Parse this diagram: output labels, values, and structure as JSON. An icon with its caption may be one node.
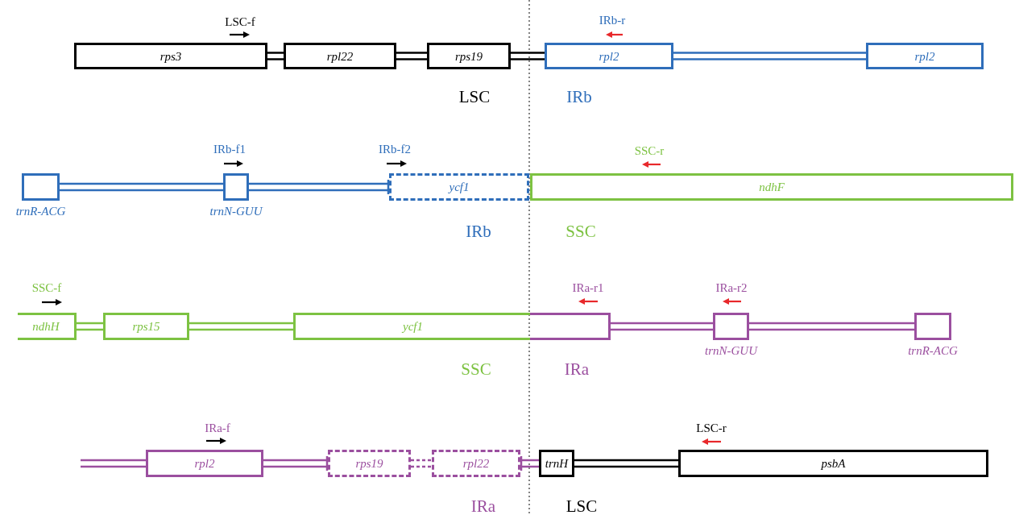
{
  "diagram": {
    "nodes": [
      {
        "text": [
          "rps3"
        ]
      },
      {
        "text": [
          "rpl22"
        ]
      },
      {
        "text": [
          "rps19"
        ]
      },
      {
        "text": [
          "rpl2"
        ]
      },
      {
        "text": [
          "rpl2"
        ]
      },
      {
        "text": [
          "trnR-ACG"
        ]
      },
      {
        "text": [
          "trnN-GUU"
        ]
      },
      {
        "text": [
          "ycf1"
        ]
      },
      {
        "text": [
          "ndhF"
        ]
      },
      {
        "text": [
          "ndhH"
        ]
      },
      {
        "text": [
          "rps15"
        ]
      },
      {
        "text": [
          "ycf1"
        ]
      },
      {
        "text": [],
        "shape": "box"
      },
      {
        "text": [
          "trnN-GUU"
        ]
      },
      {
        "text": [
          "trnR-ACG"
        ]
      },
      {
        "text": [
          "rpl2"
        ]
      },
      {
        "text": [
          "rps19"
        ]
      },
      {
        "text": [
          "rpl22"
        ]
      },
      {
        "text": [
          "trnH"
        ]
      },
      {
        "text": [
          "psbA"
        ]
      }
    ],
    "edges": [
      {
        "from": 0,
        "to": 1,
        "arrow": "none",
        "color": "#000000"
      },
      {
        "from": 1,
        "to": 2,
        "arrow": "none",
        "color": "#000000"
      },
      {
        "from": 2,
        "to": 3,
        "arrow": "none",
        "color": "#000000"
      },
      {
        "from": 3,
        "to": 4,
        "arrow": "none",
        "color": "#2f6eba"
      },
      {
        "from": 5,
        "to": 6,
        "arrow": "none",
        "color": "#2f6eba"
      },
      {
        "from": 6,
        "to": 7,
        "arrow": "none",
        "color": "#2f6eba"
      },
      {
        "from": 9,
        "to": 10,
        "arrow": "none",
        "color": "#7dc242"
      },
      {
        "from": 10,
        "to": 11,
        "arrow": "none",
        "color": "#7dc242"
      },
      {
        "from": 12,
        "to": 13,
        "arrow": "none",
        "color": "#9b4f9f"
      },
      {
        "from": 13,
        "to": 14,
        "arrow": "none",
        "color": "#9b4f9f"
      },
      {
        "from": null,
        "to": 15,
        "arrow": "none",
        "color": "#9b4f9f"
      },
      {
        "from": 15,
        "to": 16,
        "arrow": "none",
        "color": "#9b4f9f"
      },
      {
        "from": 16,
        "to": 17,
        "arrow": "none",
        "color": "#9b4f9f",
        "style": "dashed"
      },
      {
        "from": 17,
        "to": 18,
        "arrow": "none",
        "color": "#9b4f9f"
      },
      {
        "from": 18,
        "to": 19,
        "arrow": "none",
        "color": "#000000"
      }
    ],
    "labels": [
      "LSC-f",
      "IRb-r",
      "LSC",
      "IRb",
      "IRb-f1",
      "IRb-f2",
      "SSC-r",
      "IRb",
      "SSC",
      "SSC-f",
      "IRa-r1",
      "IRa-r2",
      "SSC",
      "IRa",
      "IRa-f",
      "LSC-r",
      "IRa",
      "LSC"
    ]
  }
}
